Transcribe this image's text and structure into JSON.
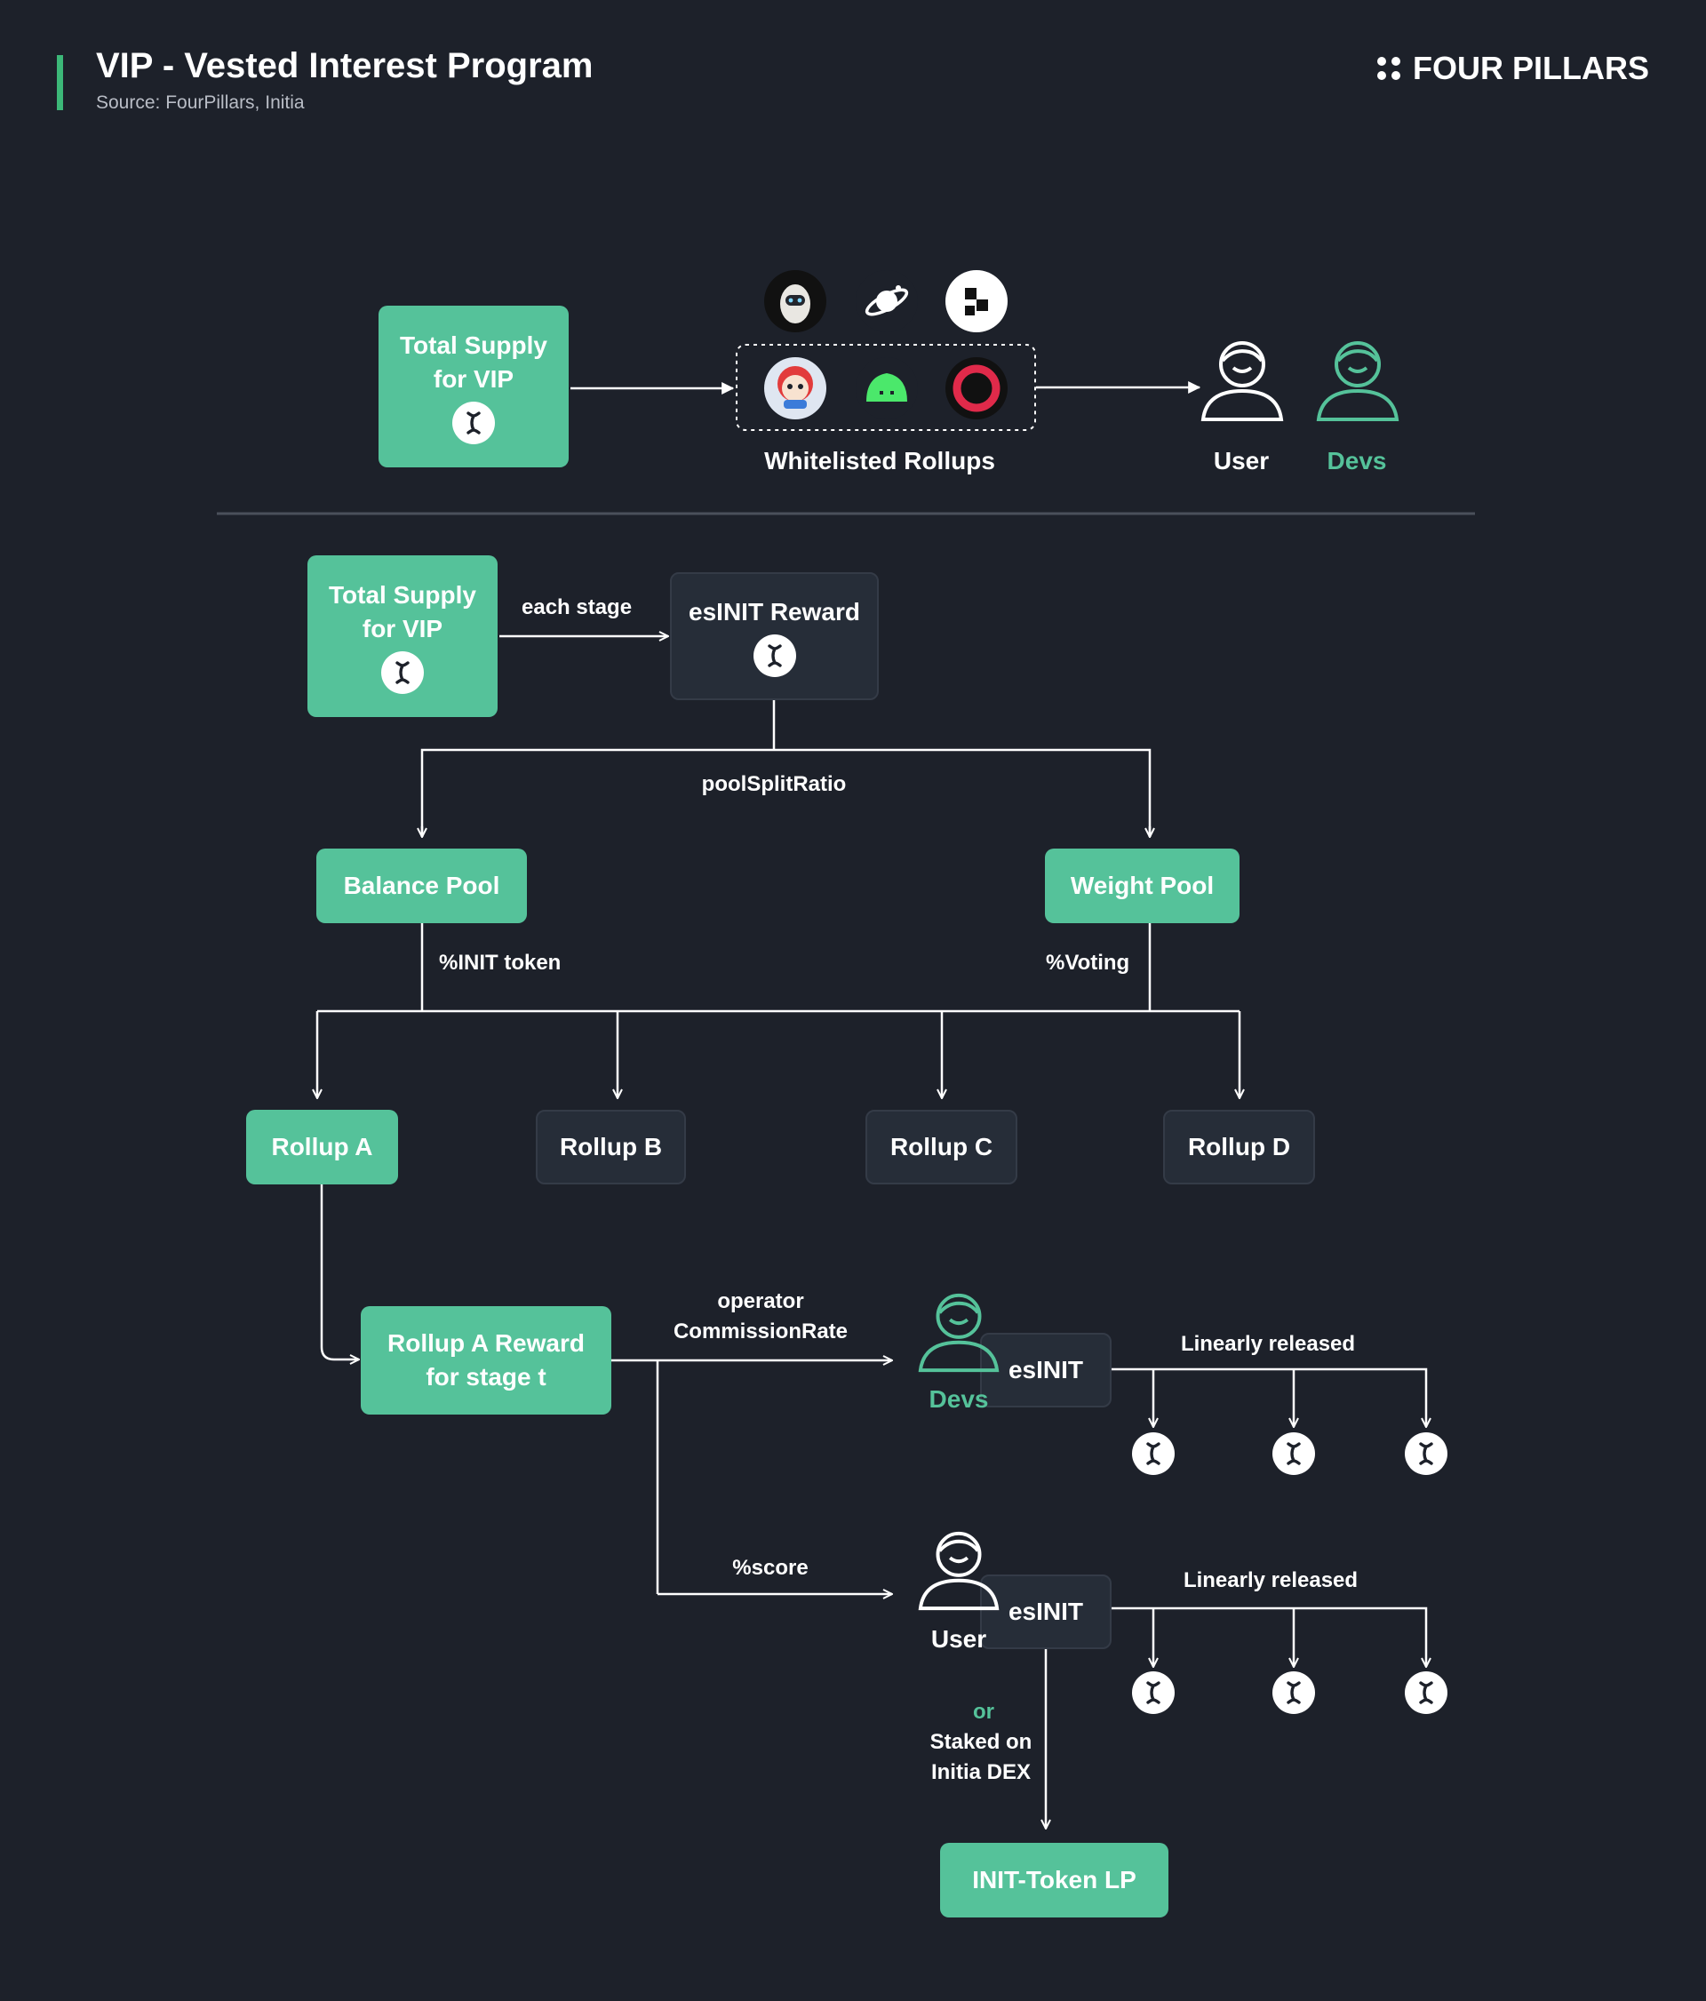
{
  "header": {
    "title": "VIP - Vested Interest Program",
    "source": "Source: FourPillars, Initia",
    "brand": "FOUR PILLARS"
  },
  "top_flow": {
    "supply_box": "Total Supply\nfor VIP",
    "rollups_label": "Whitelisted Rollups",
    "user_label": "User",
    "devs_label": "Devs"
  },
  "flow": {
    "supply_box": "Total Supply\nfor VIP",
    "each_stage": "each stage",
    "esinit_reward": "esINIT Reward",
    "pool_split": "poolSplitRatio",
    "balance_pool": "Balance Pool",
    "weight_pool": "Weight Pool",
    "init_token_pct": "%INIT token",
    "voting_pct": "%Voting",
    "rollups": [
      "Rollup A",
      "Rollup B",
      "Rollup C",
      "Rollup D"
    ],
    "rollup_reward": "Rollup A Reward\nfor stage t",
    "operator_commission": "operator\nCommissionRate",
    "score_pct": "%score",
    "devs_label": "Devs",
    "user_label": "User",
    "esinit": "esINIT",
    "linearly_released": "Linearly released",
    "or": "or",
    "staked": "Staked on\nInitia DEX",
    "lp": "INIT-Token LP"
  },
  "colors": {
    "background": "#1d212a",
    "accent_green": "#55c29a",
    "title_bar": "#3cb878",
    "dark_box": "#262d38"
  },
  "icons": [
    "init-token-icon",
    "user-icon",
    "dev-icon",
    "rollup-logo-icons"
  ]
}
